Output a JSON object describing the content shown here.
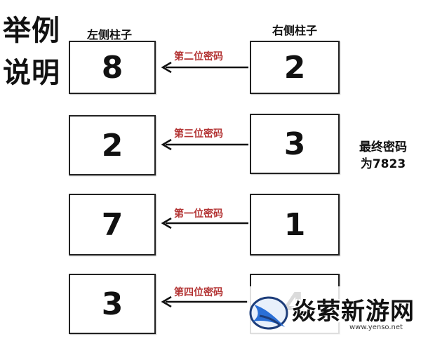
{
  "title": {
    "line1": "举例",
    "line2": "说明"
  },
  "columns": {
    "left": "左侧柱子",
    "right": "右侧柱子"
  },
  "rows": [
    {
      "left": "8",
      "right": "2",
      "arrow_label": "第二位密码"
    },
    {
      "left": "2",
      "right": "3",
      "arrow_label": "第三位密码"
    },
    {
      "left": "7",
      "right": "1",
      "arrow_label": "第一位密码"
    },
    {
      "left": "3",
      "right": "4",
      "arrow_label": "第四位密码"
    }
  ],
  "result": {
    "line1": "最终密码",
    "line2": "为7823"
  },
  "watermark": {
    "brand": "焱萦新游网",
    "url": "www.yenso.net"
  },
  "colors": {
    "arrow_label": "#b33333",
    "arrow": "#111111",
    "logo_blue": "#2a6fd6",
    "logo_navy": "#1d3d7a"
  }
}
